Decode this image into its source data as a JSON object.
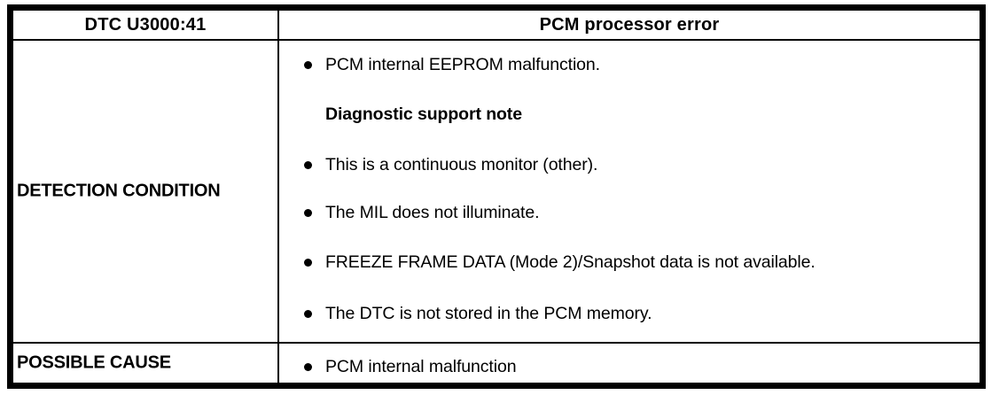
{
  "table": {
    "header": {
      "dtc_code": "DTC U3000:41",
      "fault_name": "PCM processor error"
    },
    "rows": [
      {
        "label": "DETECTION CONDITION",
        "items": [
          {
            "type": "bullet",
            "text": "PCM internal EEPROM malfunction."
          },
          {
            "type": "note",
            "text": "Diagnostic support note"
          },
          {
            "type": "bullet",
            "text": "This is a continuous monitor (other)."
          },
          {
            "type": "bullet",
            "text": "The MIL does not illuminate."
          },
          {
            "type": "bullet",
            "text": "FREEZE FRAME DATA (Mode 2)/Snapshot data is not available."
          },
          {
            "type": "bullet",
            "text": "The DTC is not stored in the PCM memory."
          }
        ]
      },
      {
        "label": "POSSIBLE CAUSE",
        "items": [
          {
            "type": "bullet",
            "text": "PCM internal malfunction"
          }
        ]
      }
    ]
  },
  "colors": {
    "border": "#000000",
    "text": "#000000",
    "background": "#ffffff"
  }
}
